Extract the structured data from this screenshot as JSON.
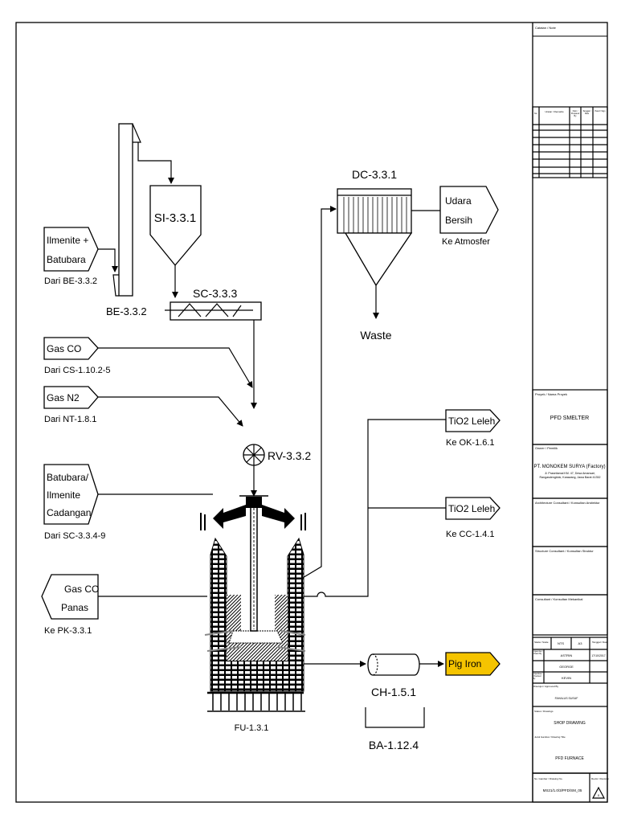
{
  "streams": {
    "ilmenite_batubara": {
      "lines": [
        "Ilmenite +",
        "Batubara"
      ],
      "source": "Dari BE-3.3.2"
    },
    "gas_co": {
      "label": "Gas CO",
      "source": "Dari CS-1.10.2-5"
    },
    "gas_n2": {
      "label": "Gas N2",
      "source": "Dari NT-1.8.1"
    },
    "cadangan": {
      "lines": [
        "Batubara/",
        "Ilmenite",
        "Cadangan"
      ],
      "source": "Dari SC-3.3.4-9"
    },
    "gas_co_panas": {
      "lines": [
        "Gas CO",
        "Panas"
      ],
      "dest": "Ke PK-3.3.1"
    },
    "udara_bersih": {
      "lines": [
        "Udara",
        "Bersih"
      ],
      "dest": "Ke Atmosfer"
    },
    "tio2_1": {
      "label": "TiO2 Leleh",
      "dest": "Ke OK-1.6.1"
    },
    "tio2_2": {
      "label": "TiO2 Leleh",
      "dest": "Ke CC-1.4.1"
    },
    "pig_iron": {
      "label": "Pig Iron",
      "color": "#F5C400"
    },
    "waste": "Waste"
  },
  "equipment": {
    "elevator": "BE-3.3.2",
    "silo": "SI-3.3.1",
    "screw": "SC-3.3.3",
    "valve": "RV-3.3.2",
    "furnace": "FU-1.3.1",
    "dust_collector": "DC-3.3.1",
    "ladle": "CH-1.5.1",
    "ba": "BA-1.12.4"
  },
  "title_block": {
    "note": "Catatan / Note",
    "revision_headers": [
      "No.",
      "Uraian / Remarks",
      "Oleh / Prepared By",
      "Tanggal / Date",
      "Paraf / Sign"
    ],
    "project_label": "Proyek / Nama Proyek",
    "project": "PFD SMELTER",
    "owner_label": "Owner / Pemilik",
    "owner": "PT. MONOKEM SURYA (Factory)",
    "owner_address": "Jl. Prasetiamal KM. 47, Desa Amansari, Rangasdengklok, Karawang, Jawa Barat 41352",
    "architect_label": "Architecture Consultant / Konsultan Arsitektur",
    "structure_label": "Structure Consultant / Konsultan Struktur",
    "mechanical_label": "Consultant / Konsultan Mekanikal",
    "scale_label": "Skala / Scale",
    "scale": "NTS",
    "size": "A3",
    "date_label": "Tanggal / Date",
    "drawn_label": "Digambar / Drawn By",
    "drawn": "ASTRIN",
    "date": "17/10/2017",
    "design": "GEORGE",
    "checked_label": "Diperiksa / Checked By",
    "checked": "KEVIN",
    "approved_label": "Disetujui / Approved By",
    "approved": "FAHALUS SUSUF",
    "status_label": "Status / Drawings",
    "status": "SHOP DRAWING",
    "title_label": "Judul Gambar / Drawing Title",
    "title": "PFD FURNACE",
    "number_label": "No. Gambar / Drawing No.",
    "number": "MS21/1.0/3/PFD/SM_05",
    "rev_label": "Revisi / Revision",
    "rev": "0"
  }
}
